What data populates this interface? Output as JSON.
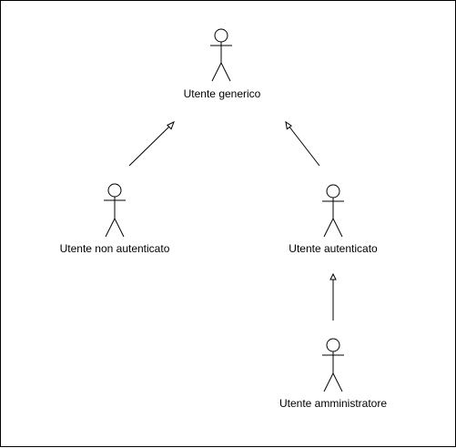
{
  "diagram": {
    "type": "uml-use-case-actors",
    "stroke_color": "#000000",
    "background_color": "#ffffff",
    "actors": [
      {
        "id": "generic",
        "label": "Utente generico",
        "icon": "stick-figure-icon"
      },
      {
        "id": "unauth",
        "label": "Utente non autenticato",
        "icon": "stick-figure-icon"
      },
      {
        "id": "auth",
        "label": "Utente autenticato",
        "icon": "stick-figure-icon"
      },
      {
        "id": "admin",
        "label": "Utente amministratore",
        "icon": "stick-figure-icon"
      }
    ],
    "relations": [
      {
        "from": "unauth",
        "to": "generic",
        "type": "generalization"
      },
      {
        "from": "auth",
        "to": "generic",
        "type": "generalization"
      },
      {
        "from": "admin",
        "to": "auth",
        "type": "generalization"
      }
    ]
  }
}
